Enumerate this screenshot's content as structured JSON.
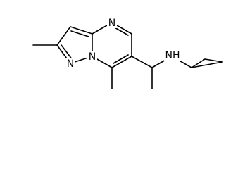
{
  "structure": {
    "atoms": {
      "N_top": {
        "symbol": "N"
      },
      "N_left": {
        "symbol": "N"
      },
      "N_bridge": {
        "symbol": "N"
      },
      "NH": {
        "symbol": "NH"
      }
    }
  },
  "colors": {
    "bond": "#000000",
    "label": "#000000",
    "background": "#ffffff"
  }
}
